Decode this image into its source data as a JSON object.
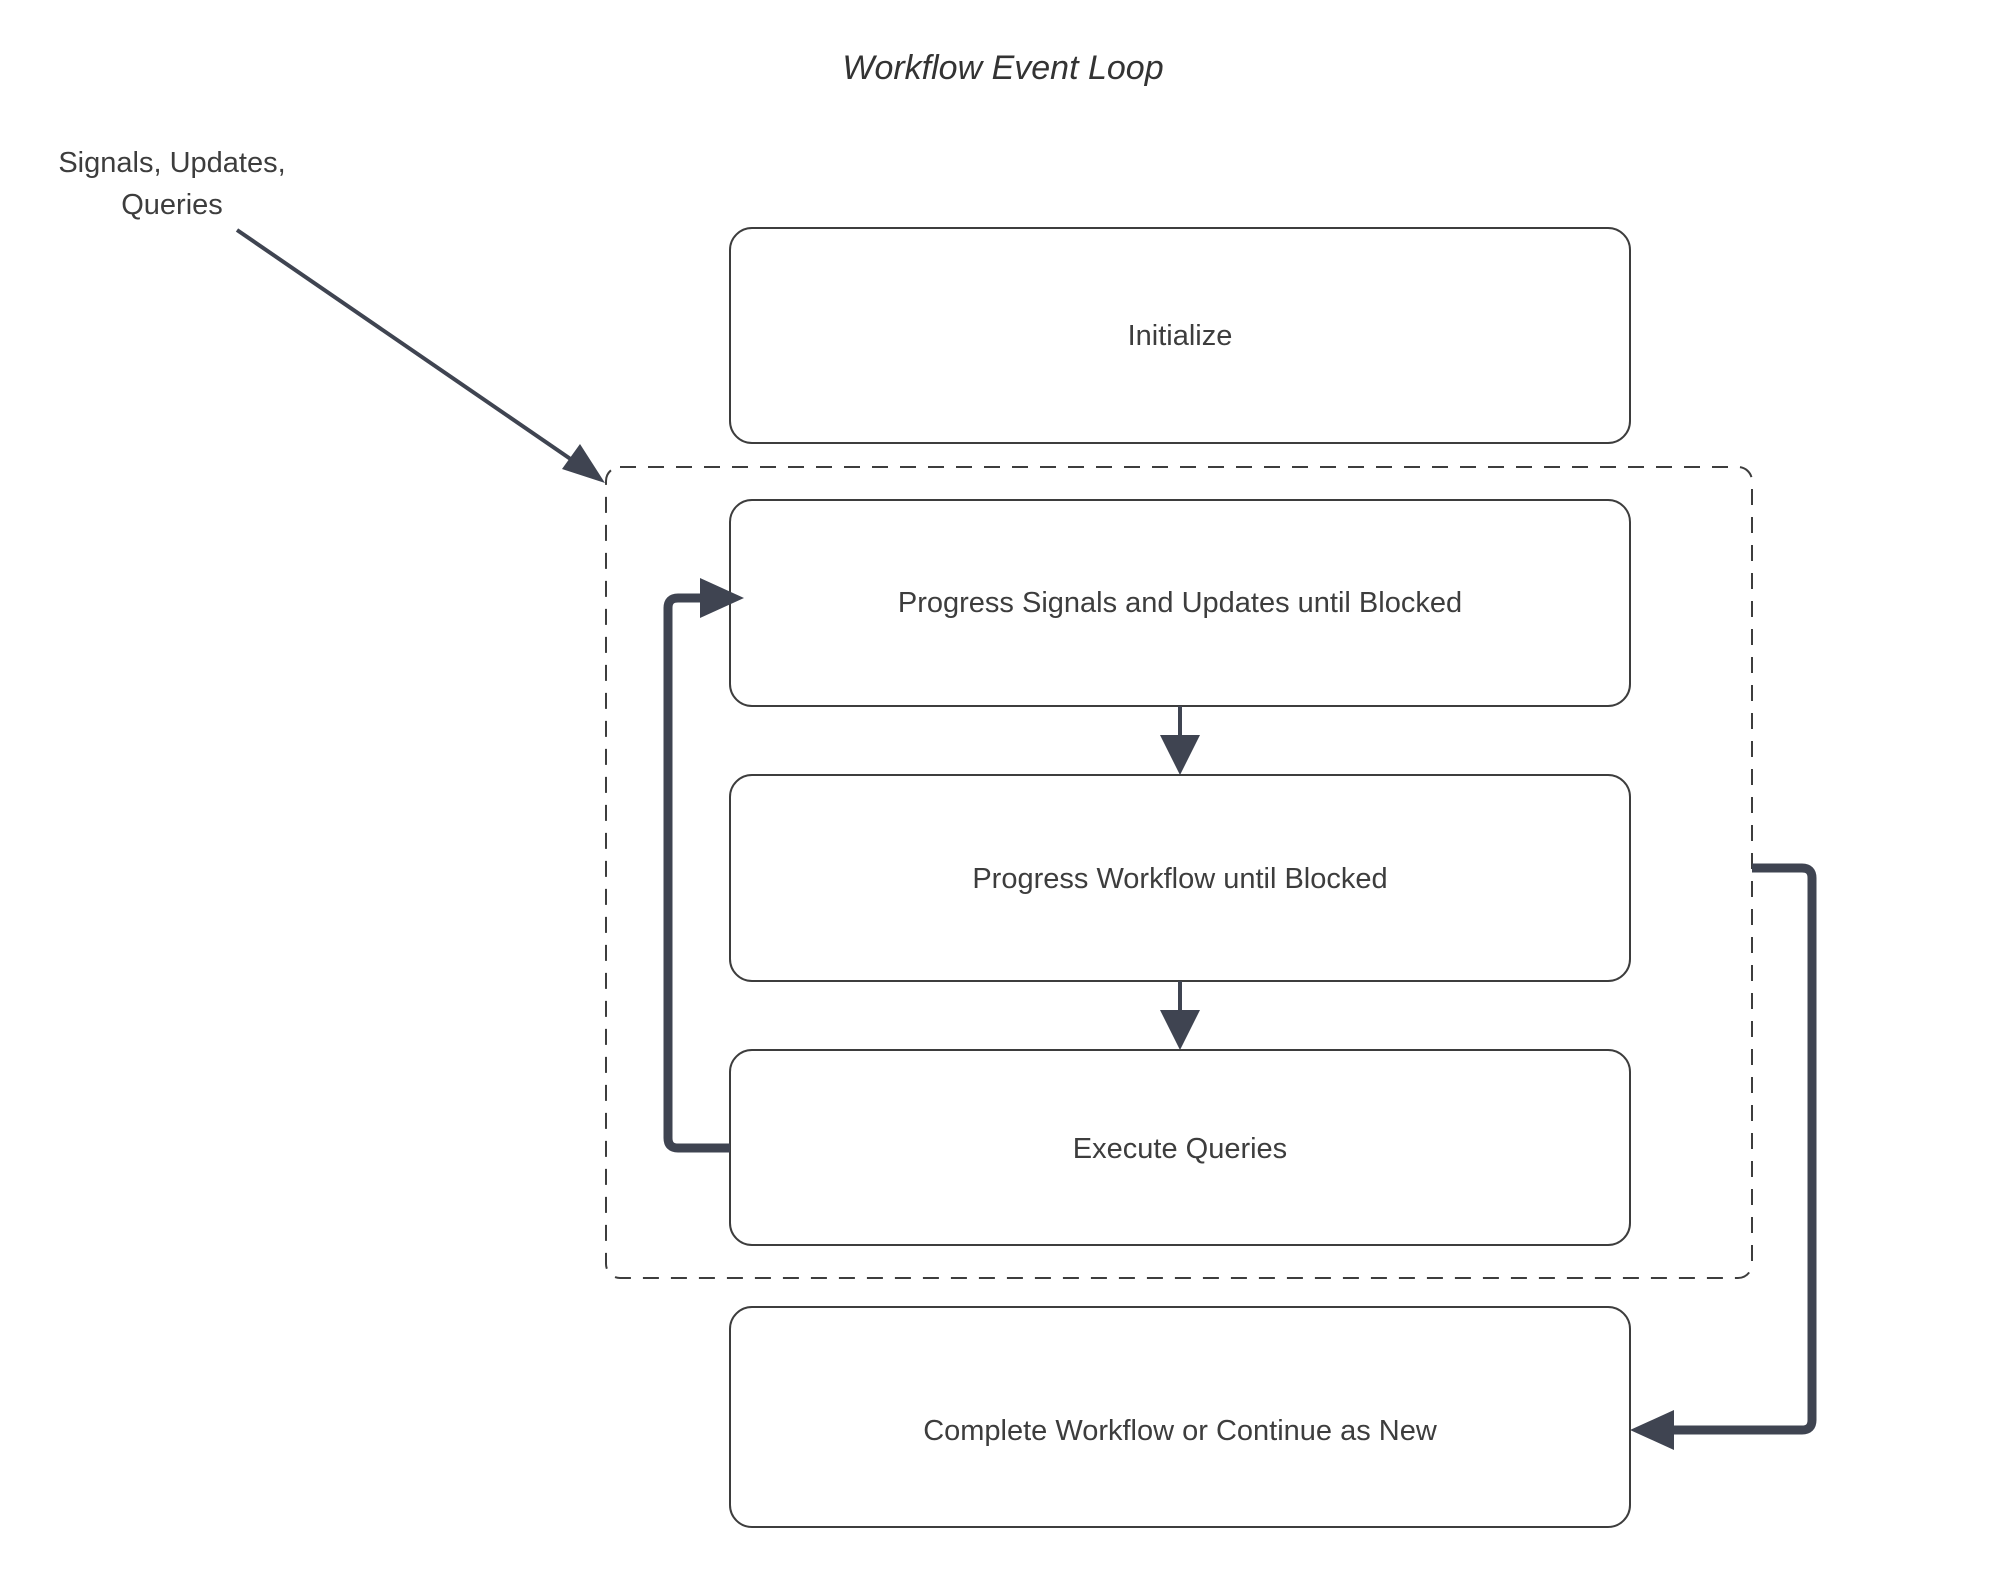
{
  "diagram": {
    "title": "Workflow Event Loop",
    "type": "flowchart",
    "background_color": "#ffffff",
    "node_border_color": "#3d3d3d",
    "node_fill_color": "#ffffff",
    "text_color": "#3d3d3d",
    "edge_color": "#3f4451",
    "external_label": {
      "name": "signals-updates-queries-label",
      "line1": "Signals, Updates,",
      "line2": "Queries"
    },
    "nodes": [
      {
        "id": "initialize",
        "label": "Initialize",
        "shape": "rounded-rect"
      },
      {
        "id": "progress-signals-updates",
        "label": "Progress Signals and Updates until Blocked",
        "shape": "rounded-rect"
      },
      {
        "id": "progress-workflow",
        "label": "Progress Workflow until Blocked",
        "shape": "rounded-rect"
      },
      {
        "id": "execute-queries",
        "label": "Execute Queries",
        "shape": "rounded-rect"
      },
      {
        "id": "complete-workflow",
        "label": "Complete Workflow or Continue as New",
        "shape": "rounded-rect"
      }
    ],
    "group": {
      "id": "event-loop-group",
      "style": "dashed",
      "label": ""
    },
    "edges": [
      {
        "from": "signals-updates-queries-label",
        "to": "event-loop-group",
        "style": "solid-diagonal-arrow"
      },
      {
        "from": "progress-signals-updates",
        "to": "progress-workflow",
        "style": "solid-arrow-down"
      },
      {
        "from": "progress-workflow",
        "to": "execute-queries",
        "style": "solid-arrow-down"
      },
      {
        "from": "execute-queries",
        "to": "progress-signals-updates",
        "style": "thick-loop-left"
      },
      {
        "from": "event-loop-group",
        "to": "complete-workflow",
        "style": "thick-loop-right"
      }
    ]
  }
}
